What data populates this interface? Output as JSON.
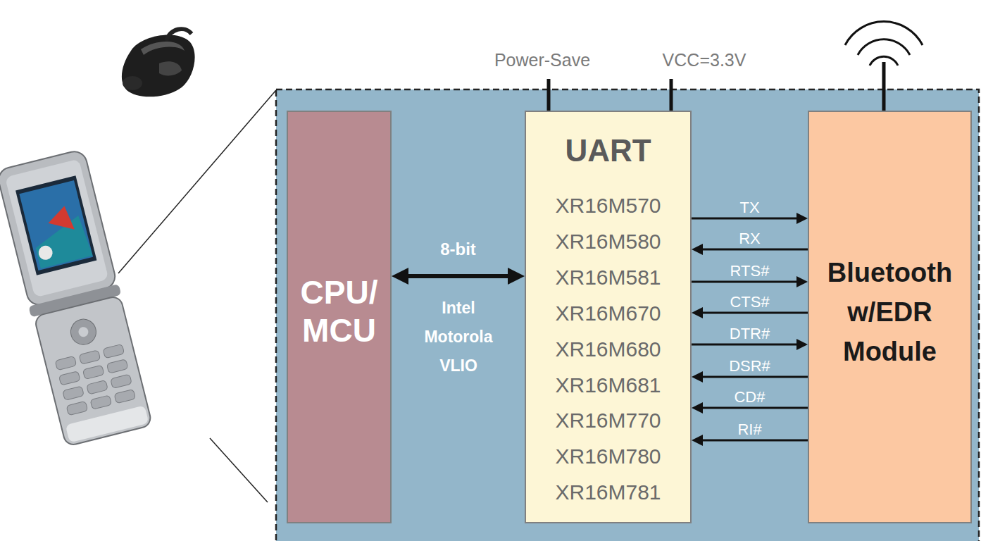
{
  "diagram": {
    "nodes": [
      {
        "text": [
          "CPU/ MCU"
        ]
      },
      {
        "text": [
          "UART",
          "XR16M570",
          "XR16M580",
          "XR16M581",
          "XR16M670",
          "XR16M680",
          "XR16M681",
          "XR16M770",
          "XR16M780",
          "XR16M781"
        ]
      },
      {
        "text": [
          "Bluetooth w/EDR Module"
        ]
      }
    ],
    "edges": [
      {
        "from": 0,
        "to": 1,
        "arrow": "both",
        "label": "8-bit"
      },
      {
        "from": 1,
        "to": 2,
        "arrow": "to",
        "label": "TX"
      },
      {
        "from": 2,
        "to": 1,
        "arrow": "to",
        "label": "RX"
      },
      {
        "from": 1,
        "to": 2,
        "arrow": "to",
        "label": "RTS#"
      },
      {
        "from": 2,
        "to": 1,
        "arrow": "to",
        "label": "CTS#"
      },
      {
        "from": 1,
        "to": 2,
        "arrow": "to",
        "label": "DTR#"
      },
      {
        "from": 2,
        "to": 1,
        "arrow": "to",
        "label": "DSR#"
      },
      {
        "from": 2,
        "to": 1,
        "arrow": "to",
        "label": "CD#"
      },
      {
        "from": 2,
        "to": 1,
        "arrow": "to",
        "label": "RI#"
      }
    ],
    "labels": [
      "Power-Save",
      "VCC=3.3V",
      "Intel Motorola VLIO"
    ]
  }
}
